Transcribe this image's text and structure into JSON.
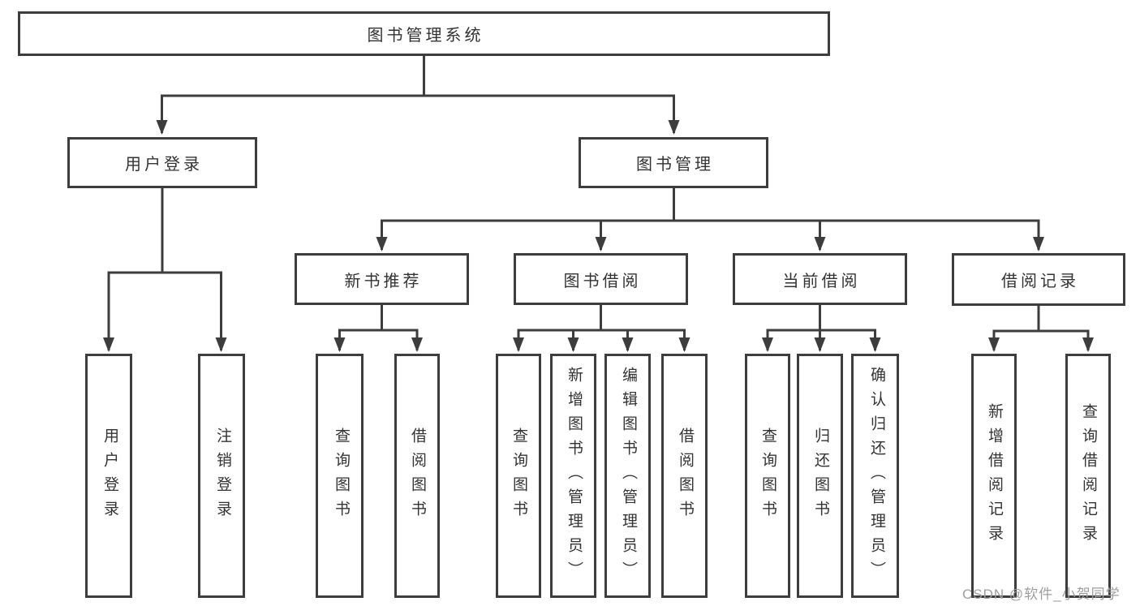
{
  "diagram": {
    "type": "function-tree",
    "colors": {
      "line": "#3d3d3d",
      "border": "#3d3d3d",
      "text": "#333333",
      "background": "#ffffff",
      "watermark": "#9e9e9e"
    }
  },
  "nodes": {
    "root": "图书管理系统",
    "user_login": "用户登录",
    "book_management": "图书管理",
    "new_book_recommend": "新书推荐",
    "book_borrowing": "图书借阅",
    "current_borrowing": "当前借阅",
    "borrowing_records": "借阅记录",
    "leaves": {
      "user_login": "用户登录",
      "logout": "注销登录",
      "query_books_rec": "查询图书",
      "borrow_books_rec": "借阅图书",
      "query_books_bor": "查询图书",
      "add_books_admin": "新增图书（管理员）",
      "edit_books_admin": "编辑图书（管理员）",
      "borrow_books_bor": "借阅图书",
      "query_books_cur": "查询图书",
      "return_books": "归还图书",
      "confirm_return_admin": "确认归还（管理员）",
      "add_borrow_record": "新增借阅记录",
      "query_borrow_record": "查询借阅记录"
    }
  },
  "hierarchy": {
    "图书管理系统": [
      "用户登录",
      "图书管理"
    ],
    "用户登录": [
      "用户登录",
      "注销登录"
    ],
    "图书管理": [
      "新书推荐",
      "图书借阅",
      "当前借阅",
      "借阅记录"
    ],
    "新书推荐": [
      "查询图书",
      "借阅图书"
    ],
    "图书借阅": [
      "查询图书",
      "新增图书（管理员）",
      "编辑图书（管理员）",
      "借阅图书"
    ],
    "当前借阅": [
      "查询图书",
      "归还图书",
      "确认归还（管理员）"
    ],
    "借阅记录": [
      "新增借阅记录",
      "查询借阅记录"
    ]
  },
  "watermark": {
    "text": "CSDN @软件_小贺同学"
  }
}
